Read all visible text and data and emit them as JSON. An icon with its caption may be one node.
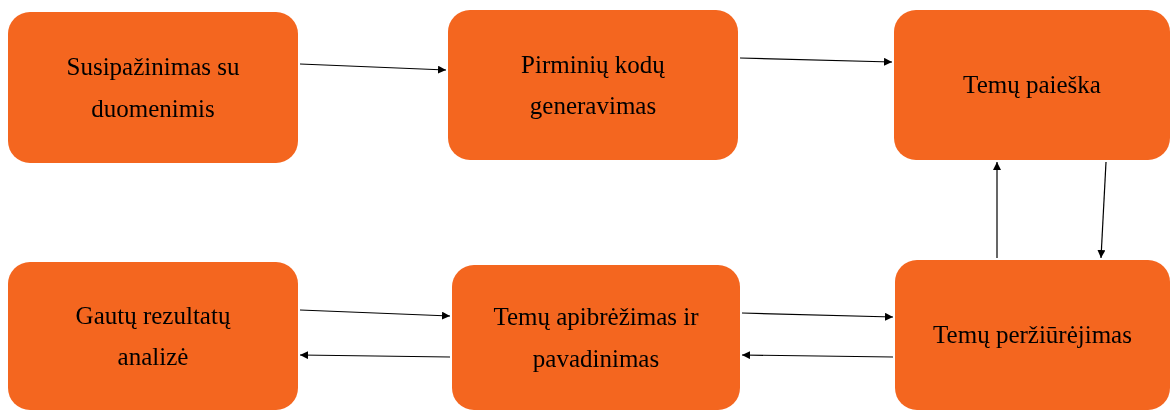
{
  "diagram": {
    "nodes": [
      {
        "text": [
          "Susipažinimas su duomenimis"
        ]
      },
      {
        "text": [
          "Pirminių kodų generavimas"
        ]
      },
      {
        "text": [
          "Temų paieška"
        ]
      },
      {
        "text": [
          "Gautų rezultatų analizė"
        ]
      },
      {
        "text": [
          "Temų apibrėžimas ir pavadinimas"
        ]
      },
      {
        "text": [
          "Temų peržiūrėjimas"
        ]
      }
    ],
    "edges": [
      {
        "from": 0,
        "to": 1,
        "arrow": "to"
      },
      {
        "from": 1,
        "to": 2,
        "arrow": "to"
      },
      {
        "from": 2,
        "to": 5,
        "arrow": "to"
      },
      {
        "from": 5,
        "to": 2,
        "arrow": "to"
      },
      {
        "from": 3,
        "to": 4,
        "arrow": "to"
      },
      {
        "from": 4,
        "to": 3,
        "arrow": "to"
      },
      {
        "from": 4,
        "to": 5,
        "arrow": "to"
      },
      {
        "from": 5,
        "to": 4,
        "arrow": "to"
      }
    ]
  }
}
